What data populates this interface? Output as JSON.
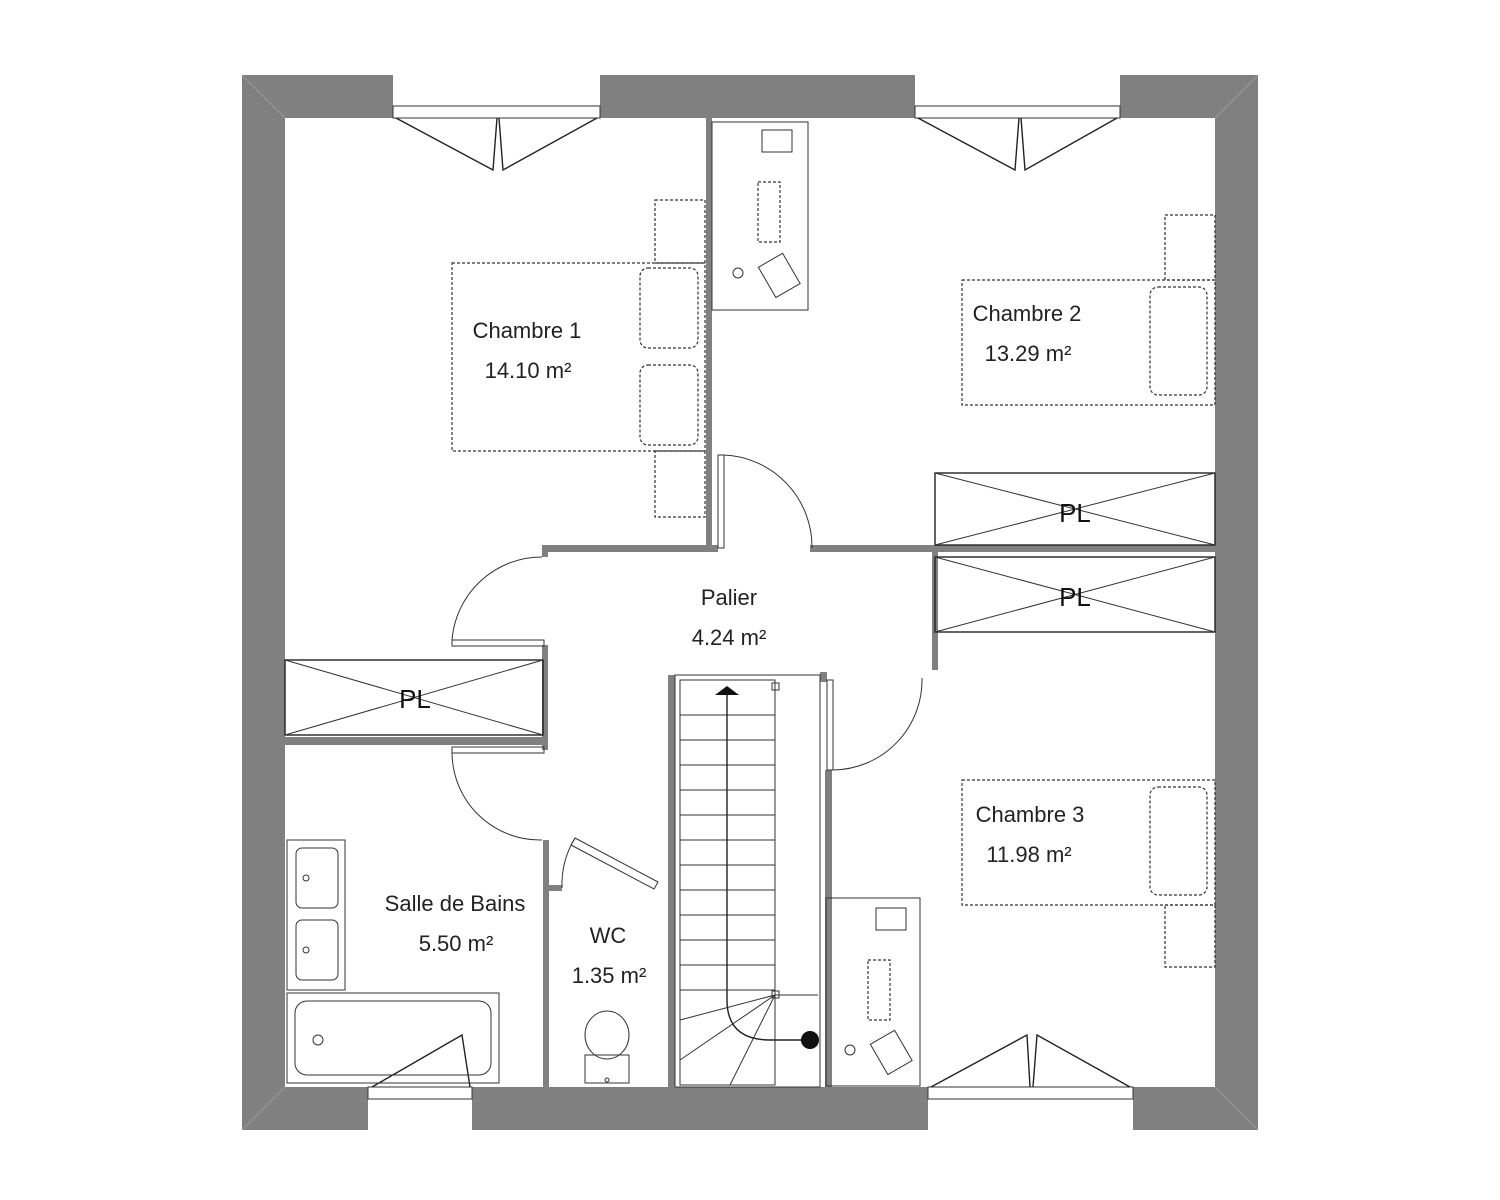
{
  "rooms": {
    "chambre1": {
      "name": "Chambre 1",
      "area": "14.10 m²"
    },
    "chambre2": {
      "name": "Chambre 2",
      "area": "13.29 m²"
    },
    "chambre3": {
      "name": "Chambre 3",
      "area": "11.98 m²"
    },
    "palier": {
      "name": "Palier",
      "area": "4.24 m²"
    },
    "sdb": {
      "name": "Salle de Bains",
      "area": "5.50 m²"
    },
    "wc": {
      "name": "WC",
      "area": "1.35 m²"
    }
  },
  "closets": {
    "label": "PL"
  },
  "colors": {
    "wall": "#808080",
    "line": "#222222"
  }
}
